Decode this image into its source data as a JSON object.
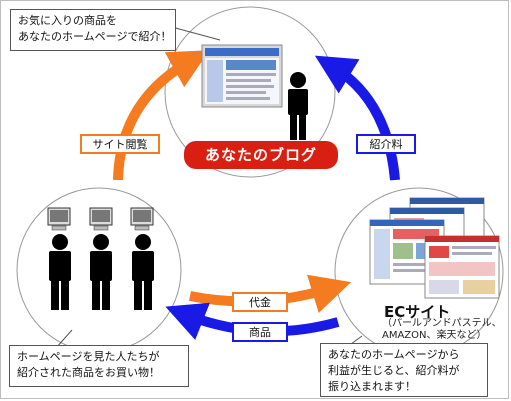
{
  "blog_label": "あなたのブログ",
  "top_callout": {
    "lines": [
      "お気に入りの商品を",
      "あなたのホームページで紹介！"
    ]
  },
  "left_callout": {
    "lines": [
      "ホームページを見た人たちが",
      "紹介された商品をお買い物！"
    ]
  },
  "right_callout": {
    "lines": [
      "あなたのホームページから",
      "利益が生じると、紹介料が",
      "振り込まれます！"
    ]
  },
  "flow_labels": {
    "site_view": "サイト閲覧",
    "referral_fee": "紹介料",
    "payment": "代金",
    "product": "商品"
  },
  "ec_site": {
    "title": "ECサイト",
    "subtitle_lines": [
      "（パールアンドパステル、",
      "AMAZON、楽天など）"
    ]
  },
  "colors": {
    "orange": "#f47b20",
    "blue": "#1a1ae6",
    "red": "#d91f12",
    "figure": "#000000"
  }
}
